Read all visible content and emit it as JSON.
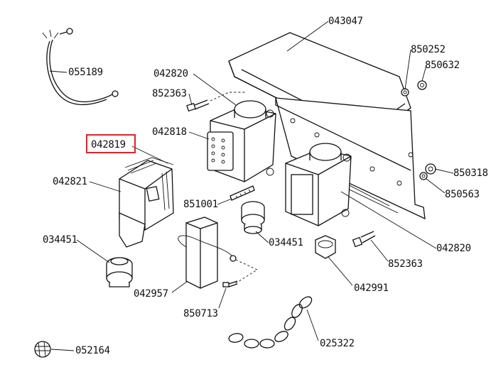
{
  "diagram": {
    "labels": {
      "p043047": "043047",
      "p850252": "850252",
      "p850632": "850632",
      "p055189": "055189",
      "p042820_top": "042820",
      "p852363_top": "852363",
      "p042818": "042818",
      "p042819": "042819",
      "p042821": "042821",
      "p850318": "850318",
      "p850563": "850563",
      "p851001": "851001",
      "p034451_left": "034451",
      "p034451_mid": "034451",
      "p042820_right": "042820",
      "p852363_right": "852363",
      "p042957": "042957",
      "p042991": "042991",
      "p850713": "850713",
      "p025322": "025322",
      "p052164": "052164"
    },
    "highlighted_part": "042819",
    "highlight_color": "#d9262c"
  }
}
